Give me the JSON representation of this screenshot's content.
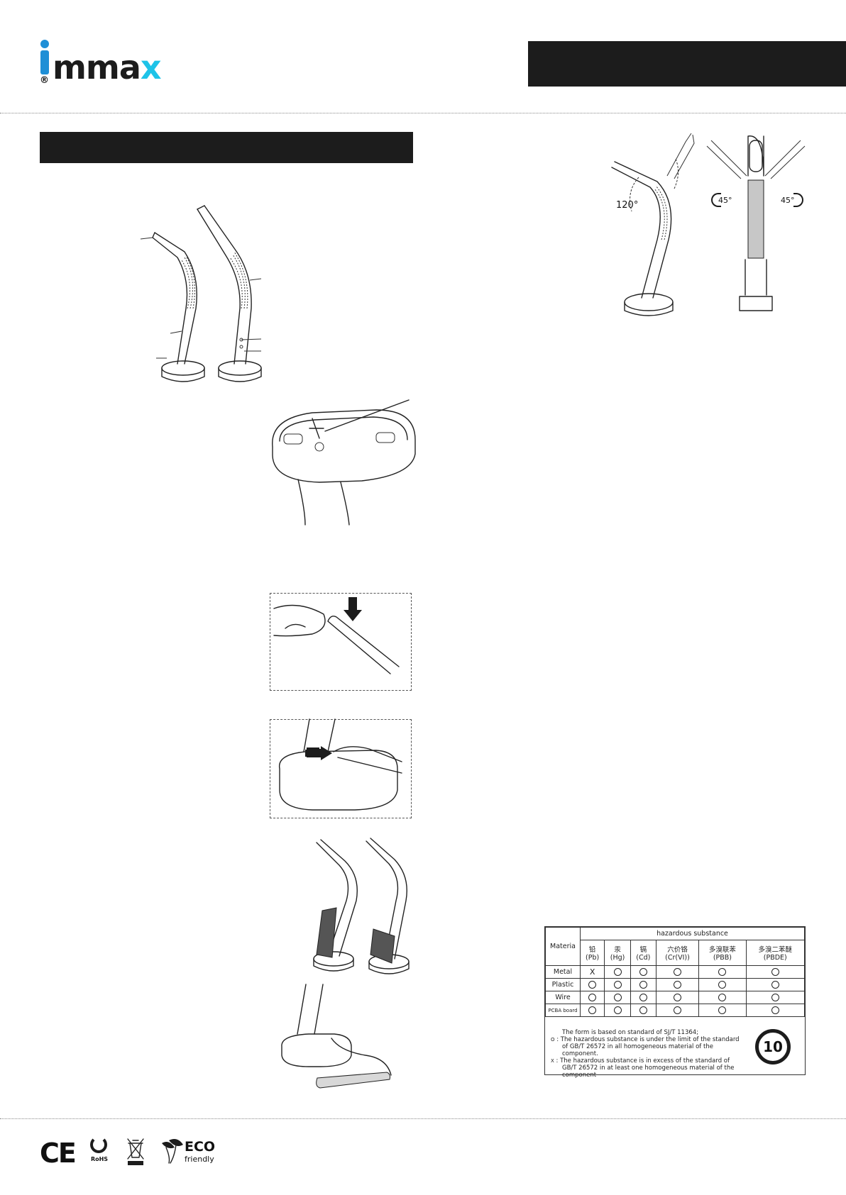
{
  "brand": {
    "name": "mmax",
    "trademark": "®",
    "colors": {
      "primary": "#1f8fd6",
      "accent": "#1ec3e8",
      "text": "#111111"
    }
  },
  "rotation": {
    "tilt_angle": "120°",
    "left_swivel": "45°",
    "right_swivel": "45°"
  },
  "hazard_table": {
    "header_left": "Materia",
    "header_group": "hazardous substance",
    "columns": [
      {
        "cn": "铅",
        "code": "(Pb)"
      },
      {
        "cn": "汞",
        "code": "(Hg)"
      },
      {
        "cn": "镉",
        "code": "(Cd)"
      },
      {
        "cn": "六价铬",
        "code": "(Cr(VI))"
      },
      {
        "cn": "多溴联苯",
        "code": "(PBB)"
      },
      {
        "cn": "多溴二苯醚",
        "code": "(PBDE)"
      }
    ],
    "rows": [
      {
        "label": "Metal",
        "values": [
          "X",
          "O",
          "O",
          "O",
          "O",
          "O"
        ]
      },
      {
        "label": "Plastic",
        "values": [
          "O",
          "O",
          "O",
          "O",
          "O",
          "O"
        ]
      },
      {
        "label": "Wire",
        "values": [
          "O",
          "O",
          "O",
          "O",
          "O",
          "O"
        ]
      },
      {
        "label": "PCBA board",
        "values": [
          "O",
          "O",
          "O",
          "O",
          "O",
          "O"
        ]
      }
    ],
    "note_line1": "The form is based on standard of SJ/T 11364;",
    "note_o_mark": "O",
    "note_o_line1": ": The hazardous substance is under the limit of the standard",
    "note_o_line2": "of GB/T 26572 in all homogeneous material of the component.",
    "note_x_mark": "X",
    "note_x_line1": ": The hazardous substance is in excess of the standard of",
    "note_x_line2": "GB/T 26572 in at least one homogeneous material of the component",
    "badge_number": "10"
  },
  "certifications": {
    "ce": "CE",
    "rohs": "RoHS",
    "eco_title": "ECO",
    "eco_sub": "friendly"
  }
}
